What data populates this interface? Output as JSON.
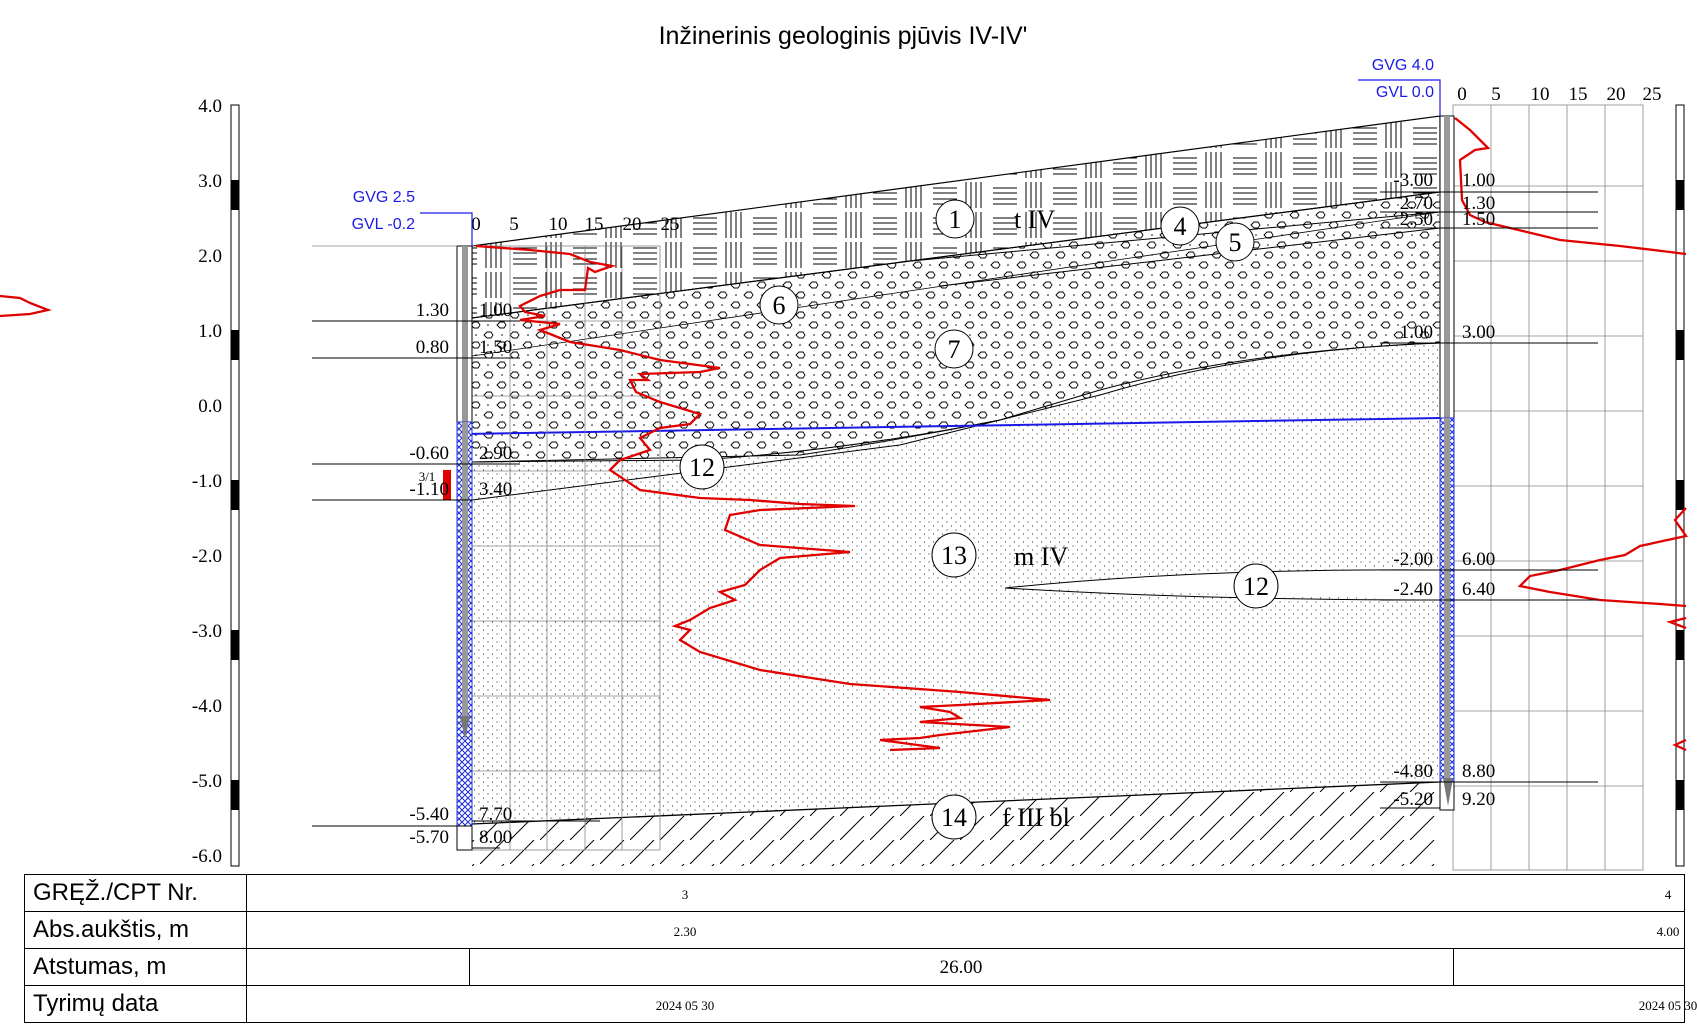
{
  "title": "Inžinerinis geologinis pjūvis IV-IV'",
  "elevation_scale": [
    "4.0",
    "3.0",
    "2.0",
    "1.0",
    "0.0",
    "-1.0",
    "-2.0",
    "-3.0",
    "-4.0",
    "-5.0",
    "-6.0"
  ],
  "cpt_scale": [
    "0",
    "5",
    "10",
    "15",
    "20",
    "25"
  ],
  "boreholes": [
    {
      "gvg": "GVG 2.5",
      "gvl": "GVL -0.2",
      "left_levels": [
        "1.30",
        "0.80",
        "-0.60",
        "-1.10",
        "-5.40",
        "-5.70"
      ],
      "depths": [
        "1.00",
        "1.50",
        "2.90",
        "3.40",
        "7.70",
        "8.00"
      ],
      "sample": "3/1"
    },
    {
      "gvg": "GVG 4.0",
      "gvl": "GVL 0.0",
      "left_levels": [
        "-3.00",
        "2.70",
        "2.50",
        "1.00",
        "-2.00",
        "-2.40",
        "-4.80",
        "-5.20"
      ],
      "depths": [
        "1.00",
        "1.30",
        "1.50",
        "3.00",
        "6.00",
        "6.40",
        "8.80",
        "9.20"
      ]
    }
  ],
  "layers": [
    "1",
    "4",
    "5",
    "6",
    "7",
    "12",
    "13",
    "12",
    "14"
  ],
  "layer_names": [
    "t IV",
    "m IV",
    "f III bl"
  ],
  "table": {
    "labels": [
      "GRĘŽ./CPT Nr.",
      "Abs.aukštis, m",
      "Atstumas, m",
      "Tyrimų data"
    ],
    "bh1": {
      "nr": "3",
      "abs": "2.30",
      "date": "2024 05 30"
    },
    "bh2": {
      "nr": "4",
      "abs": "4.00",
      "date": "2024 05 30"
    },
    "distance": "26.00"
  },
  "colors": {
    "cpt": "#e00000",
    "water": "#1a1ae6",
    "screen": "#2233dd"
  }
}
